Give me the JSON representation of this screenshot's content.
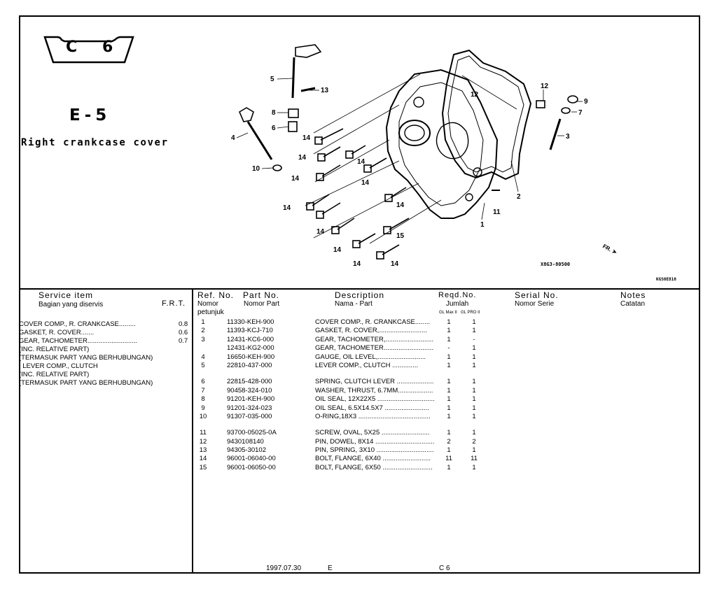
{
  "header": {
    "page_code_letter": "C",
    "page_code_number": "6",
    "section_code": "E-5",
    "section_title": "Right crankcase cover"
  },
  "diagram": {
    "drawing_code": "X8G3-80500",
    "drawing_code_2": "KGS0E810",
    "front_label": "FR.",
    "callouts": [
      "1",
      "2",
      "3",
      "4",
      "5",
      "6",
      "7",
      "8",
      "9",
      "10",
      "11",
      "12",
      "12",
      "13",
      "14",
      "14",
      "14",
      "14",
      "14",
      "14",
      "14",
      "14",
      "14",
      "14",
      "14",
      "15"
    ]
  },
  "columns": {
    "service_item": "Service    item",
    "service_item_id": "Bagian yang diservis",
    "frt": "F.R.T.",
    "ref_no": "Ref. No.",
    "ref_no_id": "Nomor",
    "ref_no_id2": "petunjuk",
    "part_no": "Part  No.",
    "part_no_id": "Nomor Part",
    "description": "Description",
    "description_id": "Nama - Part",
    "reqd_no": "Reqd.No.",
    "reqd_no_id": "Jumlah",
    "model_1": "GL Max II",
    "model_2": "GL PRO II",
    "serial_no": "Serial No.",
    "serial_no_id": "Nomor Serie",
    "notes": "Notes",
    "notes_id": "Catatan"
  },
  "service_items": [
    {
      "text": "COVER COMP., R. CRANKCASE.........",
      "frt": "0.8"
    },
    {
      "text": "GASKET, R. COVER.......",
      "frt": "0.6"
    },
    {
      "text": "GEAR, TACHOMETER...........................",
      "frt": "0.7"
    },
    {
      "text": "(INC. RELATIVE PART)",
      "frt": ""
    },
    {
      "text": "(TERMASUK PART YANG BERHUBUNGAN)",
      "frt": ""
    },
    {
      "text": ". LEVER COMP., CLUTCH",
      "frt": ""
    },
    {
      "text": "(INC. RELATIVE PART)",
      "frt": ""
    },
    {
      "text": "(TERMASUK PART YANG BERHUBUNGAN)",
      "frt": ""
    }
  ],
  "parts_group_1": [
    {
      "ref": "1",
      "part": "11330-KEH-900",
      "desc": "COVER COMP., R. CRANKCASE........",
      "q1": "1",
      "q2": "1"
    },
    {
      "ref": "2",
      "part": "11393-KCJ-710",
      "desc": "GASKET, R. COVER,..........................",
      "q1": "1",
      "q2": "1"
    },
    {
      "ref": "3",
      "part": "12431-KC6-000",
      "desc": "GEAR, TACHOMETER,..........................",
      "q1": "1",
      "q2": "-"
    },
    {
      "ref": "",
      "part": "12431-KG2-000",
      "desc": "GEAR, TACHOMETER...............................",
      "q1": "-",
      "q2": "1"
    },
    {
      "ref": "4",
      "part": "16650-KEH-900",
      "desc": "GAUGE, OIL LEVEL,..........................",
      "q1": "1",
      "q2": "1"
    },
    {
      "ref": "5",
      "part": "22810-437-000",
      "desc": "LEVER COMP., CLUTCH ..............",
      "q1": "1",
      "q2": "1"
    }
  ],
  "parts_group_2": [
    {
      "ref": "6",
      "part": "22815-428-000",
      "desc": "SPRING, CLUTCH LEVER .....................",
      "q1": "1",
      "q2": "1"
    },
    {
      "ref": "7",
      "part": "90458-324-010",
      "desc": "WASHER, THRUST, 6.7MM...................",
      "q1": "1",
      "q2": "1"
    },
    {
      "ref": "8",
      "part": "91201-KEH-900",
      "desc": "OIL SEAL, 12X22X5 ................................",
      "q1": "1",
      "q2": "1"
    },
    {
      "ref": "9",
      "part": "91201-324-023",
      "desc": "OIL SEAL, 6.5X14.5X7 ........................",
      "q1": "1",
      "q2": "1"
    },
    {
      "ref": "10",
      "part": "91307-035-000",
      "desc": "O-RING,18X3 .......................................",
      "q1": "1",
      "q2": "1"
    }
  ],
  "parts_group_3": [
    {
      "ref": "11",
      "part": "93700-05025-0A",
      "desc": "SCREW, OVAL, 5X25 ..........................",
      "q1": "1",
      "q2": "1"
    },
    {
      "ref": "12",
      "part": "9430108140",
      "desc": "PIN, DOWEL, 8X14 ......................................",
      "q1": "2",
      "q2": "2"
    },
    {
      "ref": "13",
      "part": "94305-30102",
      "desc": "PIN, SPRING, 3X10 ....................................",
      "q1": "1",
      "q2": "1"
    },
    {
      "ref": "14",
      "part": "96001-06040-00",
      "desc": "BOLT, FLANGE, 6X40 ..........................",
      "q1": "11",
      "q2": "11"
    },
    {
      "ref": "15",
      "part": "96001-06050-00",
      "desc": "BOLT, FLANGE, 6X50 ...........................",
      "q1": "1",
      "q2": "1"
    }
  ],
  "footer": {
    "date": "1997.07.30",
    "section": "E",
    "page": "C 6"
  }
}
